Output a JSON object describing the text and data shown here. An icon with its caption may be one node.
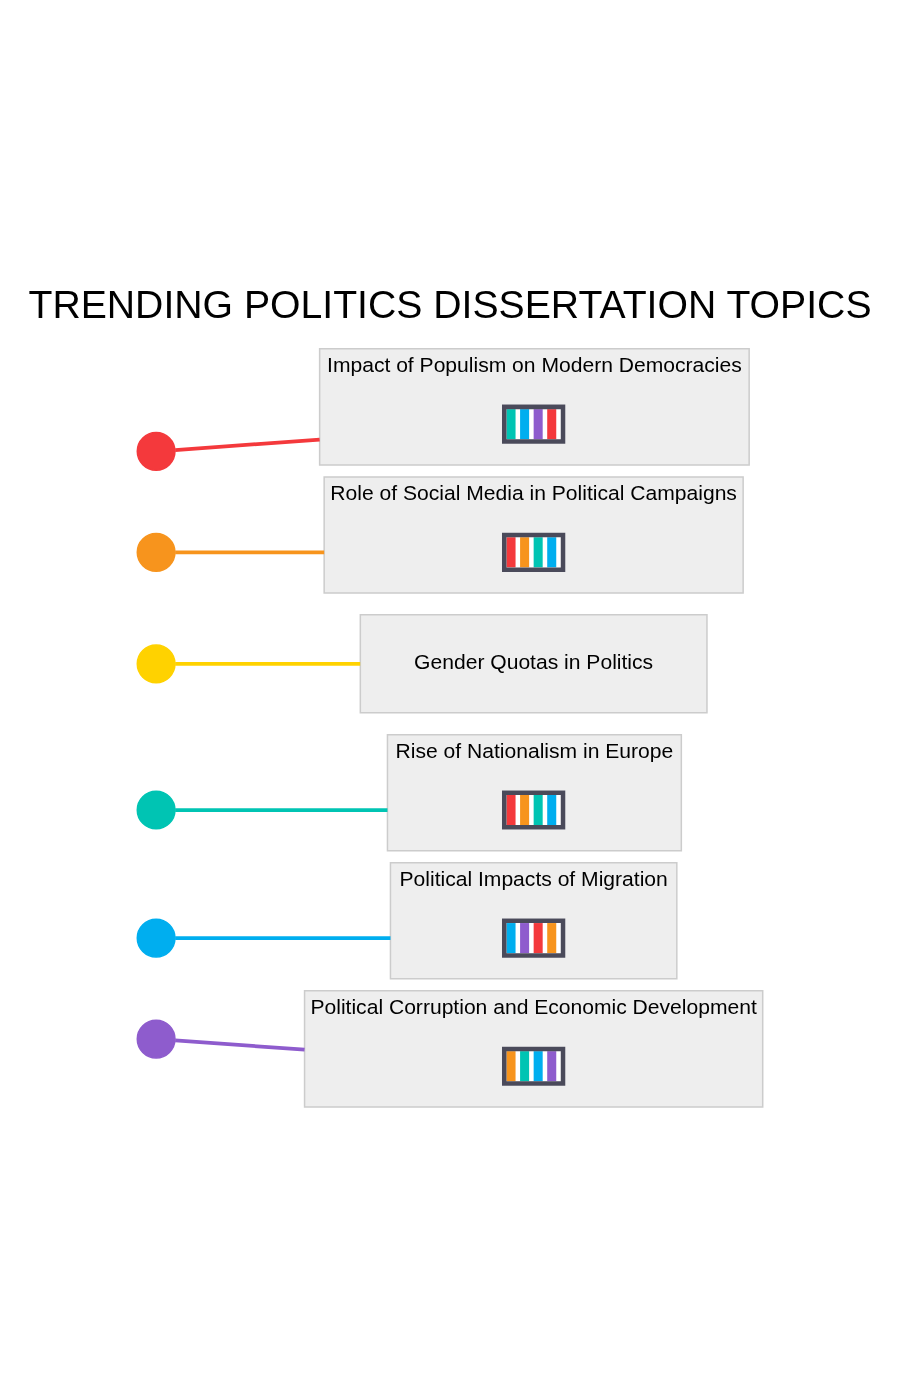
{
  "diagram": {
    "title": "TRENDING POLITICS DISSERTATION TOPICS",
    "nodes": [
      {
        "text": [],
        "shape": "circle"
      },
      {
        "text": [
          "Impact of Populism on Modern Democracies"
        ]
      },
      {
        "text": [],
        "shape": "picture",
        "in": 1
      },
      {
        "text": [],
        "shape": "circle"
      },
      {
        "text": [
          "Role of Social Media in Political Campaigns"
        ]
      },
      {
        "text": [],
        "shape": "picture",
        "in": 4
      },
      {
        "text": [],
        "shape": "circle"
      },
      {
        "text": [
          "Gender Quotas in Politics"
        ]
      },
      {
        "text": [],
        "shape": "circle"
      },
      {
        "text": [
          "Rise of Nationalism in Europe"
        ]
      },
      {
        "text": [],
        "shape": "picture",
        "in": 9
      },
      {
        "text": [],
        "shape": "circle"
      },
      {
        "text": [
          "Political Impacts of Migration"
        ]
      },
      {
        "text": [],
        "shape": "picture",
        "in": 12
      },
      {
        "text": [],
        "shape": "circle"
      },
      {
        "text": [
          "Political Corruption and Economic Development"
        ]
      },
      {
        "text": [],
        "shape": "picture",
        "in": 15
      }
    ],
    "edges": [
      {
        "from": 0,
        "to": 1,
        "arrow": "none",
        "color": "#f4393c"
      },
      {
        "from": 3,
        "to": 4,
        "arrow": "none",
        "color": "#f7941d"
      },
      {
        "from": 6,
        "to": 7,
        "arrow": "none",
        "color": "#ffd200"
      },
      {
        "from": 8,
        "to": 9,
        "arrow": "none",
        "color": "#00c4b3"
      },
      {
        "from": 11,
        "to": 12,
        "arrow": "none",
        "color": "#00aeef"
      },
      {
        "from": 14,
        "to": 15,
        "arrow": "none",
        "color": "#8e5ccd"
      }
    ]
  }
}
